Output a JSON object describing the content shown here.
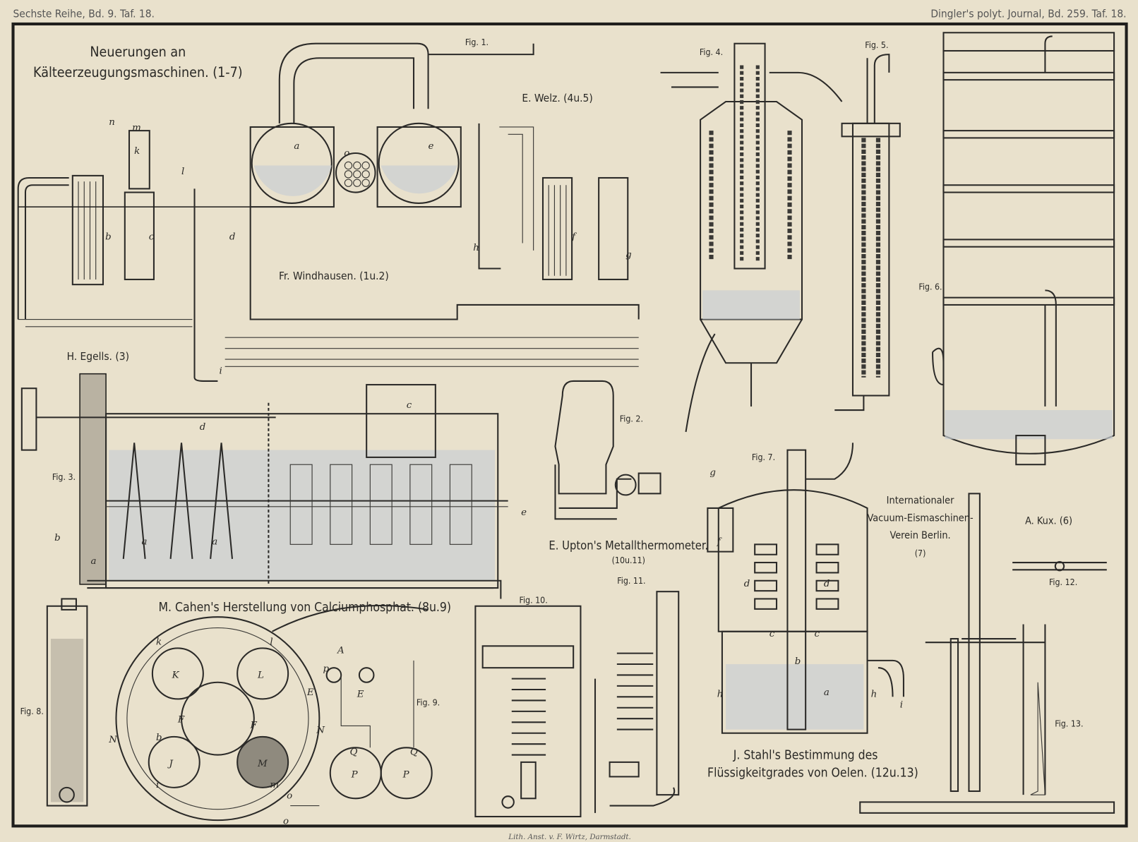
{
  "header": {
    "left": "Sechste Reihe, Bd. 9. Taf. 18.",
    "right": "Dingler's polyt. Journal, Bd. 259. Taf. 18."
  },
  "titles": {
    "main_1": "Neuerungen an",
    "main_2": "Kälteerzeugungsmaschinen. (1-7)",
    "windhausen": "Fr. Windhausen. (1u.2)",
    "welz": "E. Welz. (4u.5)",
    "egells": "H. Egells. (3)",
    "upton_1": "E. Upton's Metallthermometer.",
    "upton_2": "(10u.11)",
    "cahen": "M. Cahen's Herstellung von Calciumphosphat. (8u.9)",
    "verein_1": "Internationaler",
    "verein_2": "Vacuum-Eismaschinen-",
    "verein_3": "Verein Berlin.",
    "verein_4": "(7)",
    "kux": "A. Kux. (6)",
    "stahl_1": "J. Stahl's Bestimmung des",
    "stahl_2": "Flüssigkeitgrades von Oelen. (12u.13)"
  },
  "figures": [
    "Fig. 1.",
    "Fig. 2.",
    "Fig. 3.",
    "Fig. 4.",
    "Fig. 5.",
    "Fig. 6.",
    "Fig. 7.",
    "Fig. 8.",
    "Fig. 9.",
    "Fig. 10.",
    "Fig. 11.",
    "Fig. 12.",
    "Fig. 13."
  ],
  "letters": {
    "fig1": [
      "n",
      "m",
      "k",
      "l",
      "b",
      "c",
      "d",
      "a",
      "o",
      "e",
      "h",
      "f",
      "g",
      "i"
    ],
    "fig3": [
      "d",
      "c",
      "b",
      "a",
      "a",
      "a",
      "e"
    ],
    "fig9": [
      "K",
      "L",
      "J",
      "M",
      "F",
      "F",
      "P",
      "P",
      "N",
      "N",
      "A",
      "E",
      "E",
      "k",
      "l",
      "i",
      "m",
      "b",
      "o",
      "o",
      "p",
      "Q",
      "Q"
    ],
    "fig7": [
      "g",
      "f",
      "c",
      "c",
      "d",
      "d",
      "b",
      "a",
      "h",
      "h",
      "i"
    ]
  },
  "footer": "Lith. Anst. v. F. Wirtz, Darmstadt."
}
